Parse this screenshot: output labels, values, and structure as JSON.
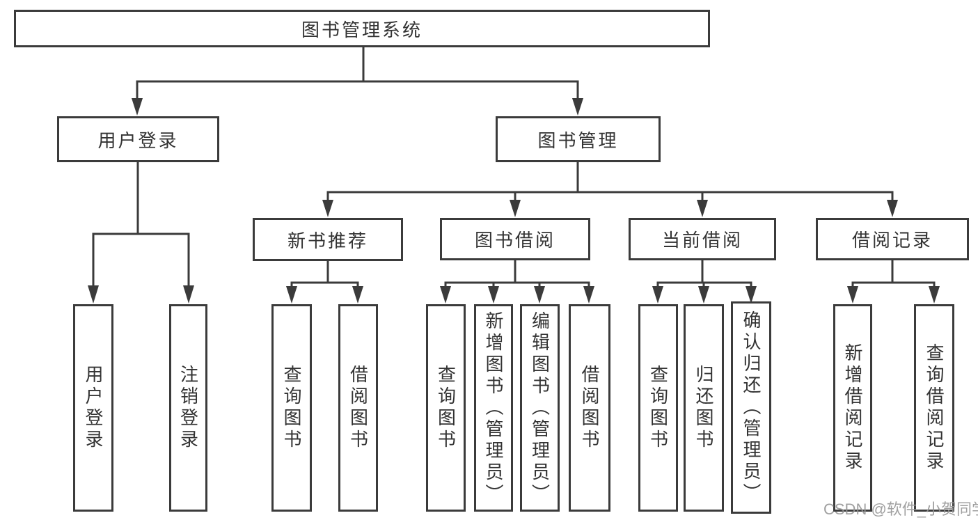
{
  "diagram": {
    "title": "图书管理系统",
    "nodes": {
      "root": "图书管理系统",
      "level2": [
        "用户登录",
        "图书管理"
      ],
      "level3": [
        "新书推荐",
        "图书借阅",
        "当前借阅",
        "借阅记录"
      ],
      "group_user_login": [
        "用户登录",
        "注销登录"
      ],
      "group_new_book": [
        "查询图书",
        "借阅图书"
      ],
      "group_book_borrow": [
        "查询图书",
        "新增图书（管理员）",
        "编辑图书（管理员）",
        "借阅图书"
      ],
      "group_current_borrow": [
        "查询图书",
        "归还图书",
        "确认归还（管理员）"
      ],
      "group_borrow_record": [
        "新增借阅记录",
        "查询借阅记录"
      ]
    },
    "colors": {
      "line": "#3b3b3b",
      "text": "#333333",
      "background": "#ffffff",
      "watermark": "#969696"
    }
  },
  "watermark": "CSDN @软件_小贺同学"
}
